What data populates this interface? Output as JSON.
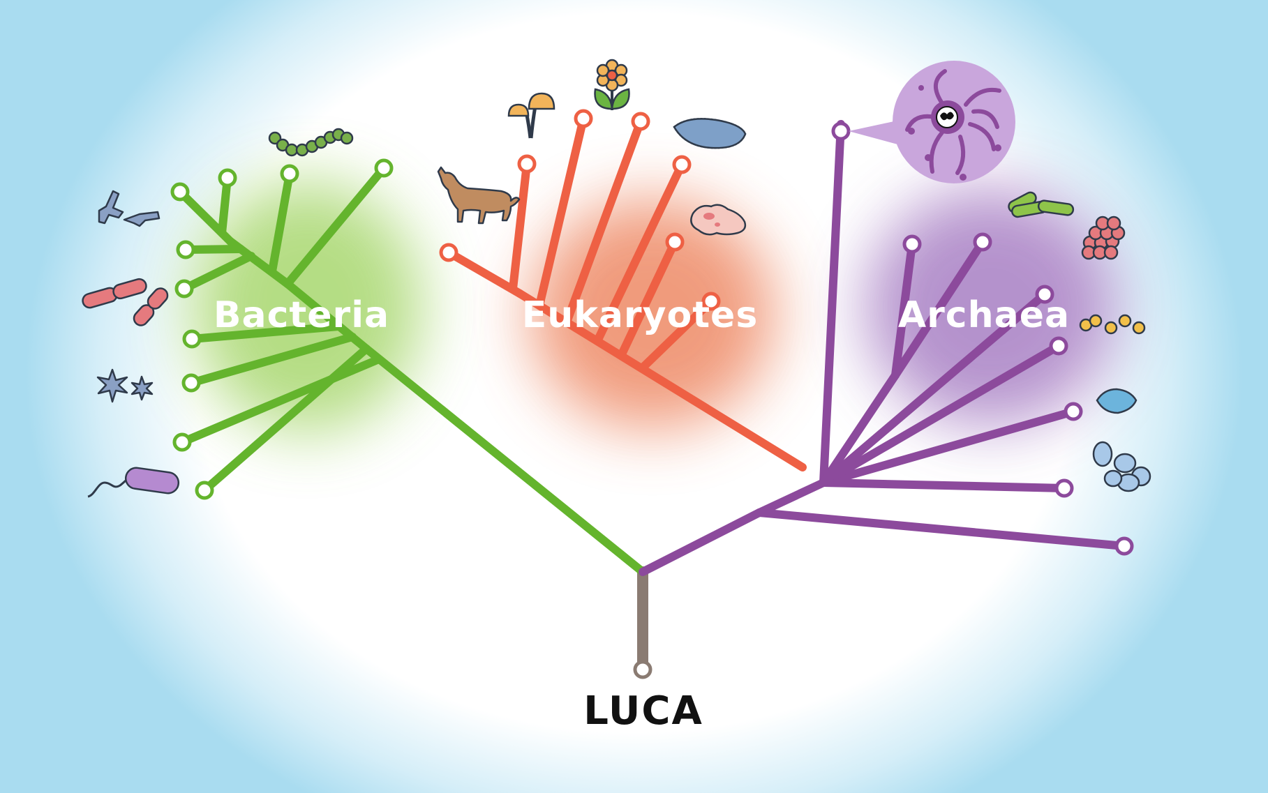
{
  "labels": {
    "bacteria": "Bacteria",
    "eukaryotes": "Eukaryotes",
    "archaea": "Archaea",
    "luca": "LUCA"
  },
  "colors": {
    "bacteria": "#64b42d",
    "eukaryotes": "#ee6044",
    "archaea": "#8c4a9c",
    "root": "#8a7b72",
    "background": "#a9dcf0"
  },
  "icons": {
    "bacteria": [
      "streptococcus-chain-icon",
      "branched-bacterium-icon",
      "rod-bacteria-icon",
      "star-bacteria-icon",
      "flagellated-bacterium-icon"
    ],
    "eukaryotes": [
      "cat-icon",
      "mushroom-icon",
      "flower-icon",
      "paramecium-icon",
      "amoeba-icon"
    ],
    "archaea": [
      "archaeon-magnified-icon",
      "rod-archaea-icon",
      "coccus-cluster-icon",
      "coccus-chain-icon",
      "irregular-archaeon-icon",
      "round-archaea-icon"
    ]
  }
}
